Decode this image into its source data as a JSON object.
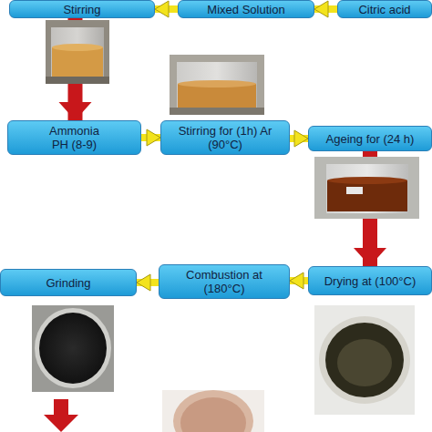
{
  "diagram": {
    "nodes": [
      {
        "text": [
          "Stirring"
        ]
      },
      {
        "text": [
          "Mixed Solution"
        ]
      },
      {
        "text": [
          "Citric acid"
        ]
      },
      {
        "text": [
          "Ammonia PH (8-9)"
        ]
      },
      {
        "text": [
          "Stirring for (1h) Ar (90°C)"
        ]
      },
      {
        "text": [
          "Ageing for (24 h)"
        ]
      },
      {
        "text": [
          "Grinding"
        ]
      },
      {
        "text": [
          "Combustion at (180°C)"
        ]
      },
      {
        "text": [
          "Drying at (100°C)"
        ]
      }
    ],
    "edges": [
      {
        "from": 2,
        "to": 1,
        "arrow": "to"
      },
      {
        "from": 1,
        "to": 0,
        "arrow": "to"
      },
      {
        "from": 0,
        "to": 3,
        "arrow": "to"
      },
      {
        "from": 3,
        "to": 4,
        "arrow": "to"
      },
      {
        "from": 4,
        "to": 5,
        "arrow": "to"
      },
      {
        "from": 5,
        "to": 8,
        "arrow": "to"
      },
      {
        "from": 8,
        "to": 7,
        "arrow": "to"
      },
      {
        "from": 7,
        "to": 6,
        "arrow": "to"
      }
    ]
  }
}
